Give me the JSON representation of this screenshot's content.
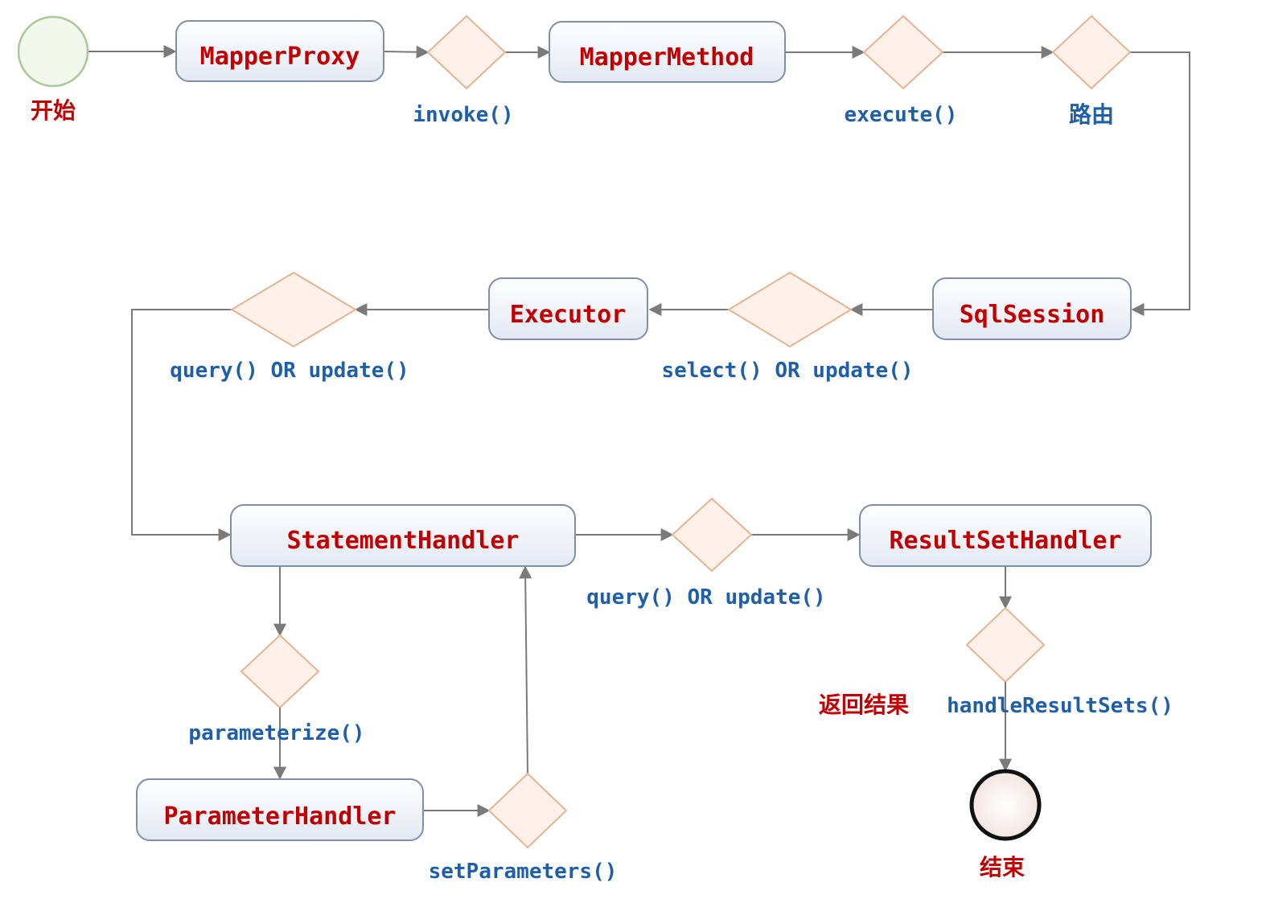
{
  "colors": {
    "box_text": "#c00000",
    "edge_text": "#1f5fa8",
    "box_fill": "#eef2f9",
    "box_stroke": "#7f8fa6",
    "diamond_fill": "#fdf1ea",
    "diamond_stroke": "#e6b393",
    "start_fill": "#f2f8ec",
    "start_stroke": "#a9c79a",
    "line": "#7a7a7a"
  },
  "start": {
    "label": "开始"
  },
  "end": {
    "label": "结束"
  },
  "boxes": {
    "mapper_proxy": "MapperProxy",
    "mapper_method": "MapperMethod",
    "sql_session": "SqlSession",
    "executor": "Executor",
    "statement_handler": "StatementHandler",
    "result_set_handler": "ResultSetHandler",
    "parameter_handler": "ParameterHandler"
  },
  "edges": {
    "invoke": "invoke()",
    "execute": "execute()",
    "route": "路由",
    "select_or_update": "select() OR update()",
    "query_or_update_1": "query() OR update()",
    "query_or_update_2": "query() OR update()",
    "parameterize": "parameterize()",
    "set_parameters": "setParameters()",
    "return_result": "返回结果",
    "handle_result_sets": "handleResultSets()"
  }
}
